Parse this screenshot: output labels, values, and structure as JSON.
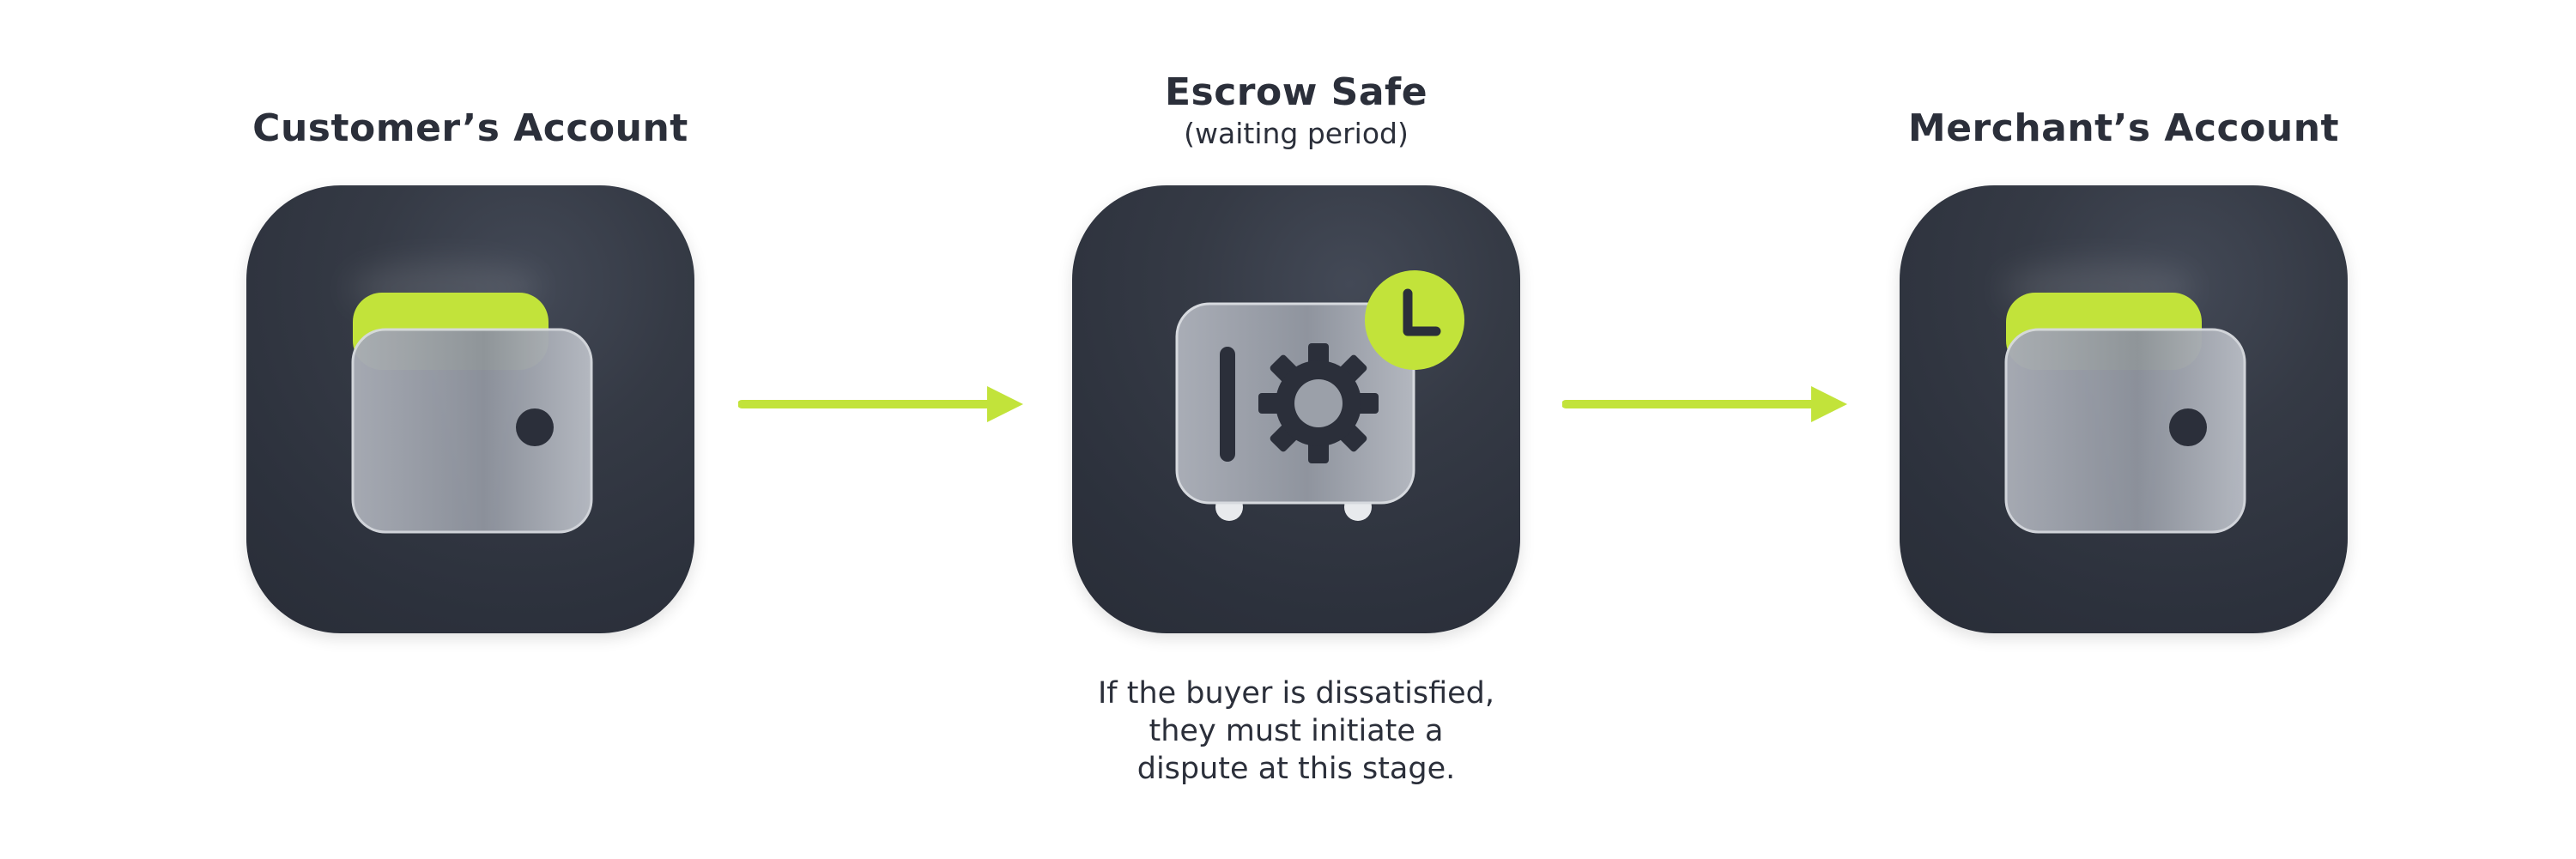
{
  "nodes": {
    "customer": {
      "title": "Customer’s Account",
      "icon": "wallet-icon"
    },
    "escrow": {
      "title": "Escrow Safe",
      "subtitle": "(waiting period)",
      "icon": "safe-icon",
      "badge_icon": "clock-icon"
    },
    "merchant": {
      "title": "Merchant’s Account",
      "icon": "wallet-icon"
    }
  },
  "note": {
    "lines": [
      "If the buyer is dissatisfied,",
      "they must initiate a",
      "dispute at this stage."
    ]
  },
  "colors": {
    "accent": "#c2e33a",
    "tile": "#2f333d",
    "text": "#2b2f3a",
    "glass": "#b9bdc6"
  }
}
